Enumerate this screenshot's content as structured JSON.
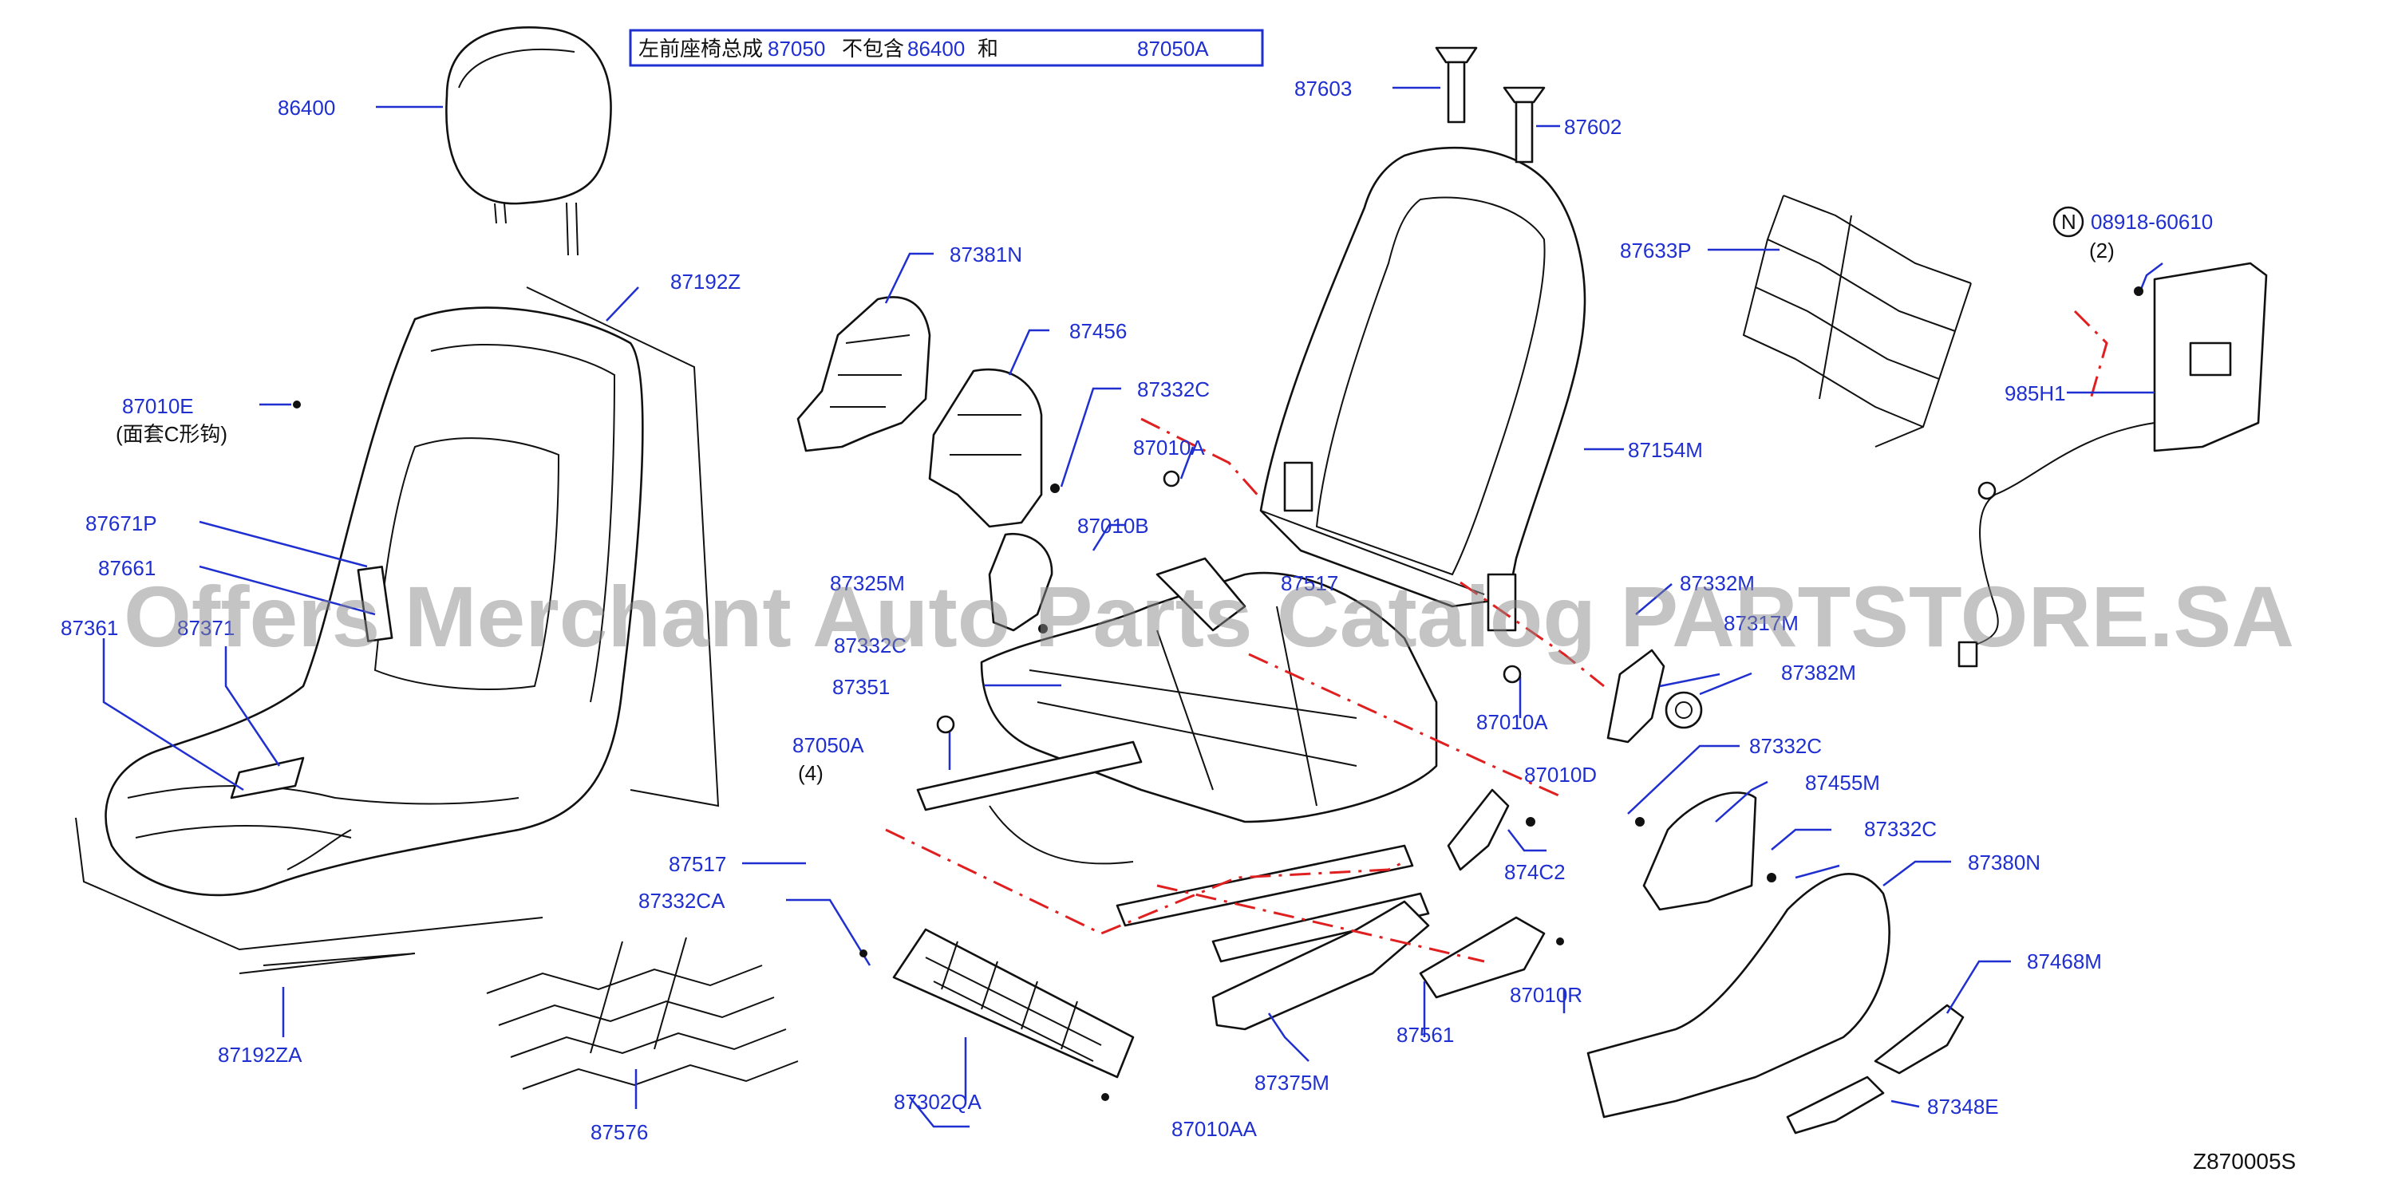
{
  "header": {
    "prefix": "左前座椅总成",
    "part_a": "87050",
    "middle": "不包含",
    "part_b": "86400",
    "conj": "和",
    "part_c": "87050A"
  },
  "labels": {
    "l86400": "86400",
    "l87192Z": "87192Z",
    "l87010E": "87010E",
    "l87010E_note": "(面套C形钩)",
    "l87671P": "87671P",
    "l87661": "87661",
    "l87361": "87361",
    "l87371": "87371",
    "l87192ZA": "87192ZA",
    "l87381N": "87381N",
    "l87456": "87456",
    "l87332C_1": "87332C",
    "l87010A_1": "87010A",
    "l87010B": "87010B",
    "l87325M": "87325M",
    "l87332C_2": "87332C",
    "l87351": "87351",
    "l87050A": "87050A",
    "l87050A_qty": "(4)",
    "l87517_1": "87517",
    "l87517_2": "87517",
    "l87332CA": "87332CA",
    "l87576": "87576",
    "l87302QA": "87302QA",
    "l87010AA": "87010AA",
    "l87375M": "87375M",
    "l87561": "87561",
    "l87010R": "87010R",
    "l874C2": "874C2",
    "l87010D": "87010D",
    "l87603": "87603",
    "l87602": "87602",
    "l87154M": "87154M",
    "l87633P": "87633P",
    "l87332M": "87332M",
    "l87317M": "87317M",
    "l87010A_2": "87010A",
    "l87382M": "87382M",
    "l87332C_3": "87332C",
    "l87455M": "87455M",
    "l87332C_4": "87332C",
    "l87380N": "87380N",
    "l87468M": "87468M",
    "l87348E": "87348E",
    "l08918": "08918-60610",
    "l08918_qty": "(2)",
    "l08918_symbol": "N",
    "l985H1": "985H1"
  },
  "watermark": "Offers Merchant Auto Parts Catalog PARTSTORE.SA",
  "diagram_code": "Z870005S",
  "colors": {
    "label": "#1f2fd0",
    "leader": "#1f2fd0",
    "dash_line": "#e02020",
    "part_stroke": "#111111"
  }
}
